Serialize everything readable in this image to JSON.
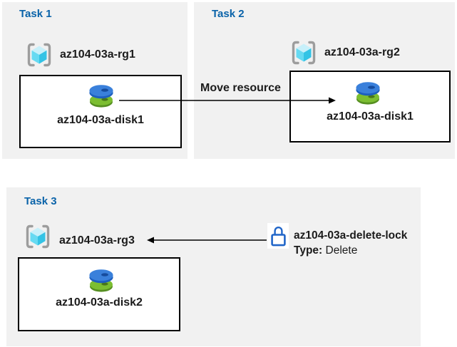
{
  "tasks": [
    {
      "title": "Task 1",
      "rg": "az104-03a-rg1",
      "disk": "az104-03a-disk1"
    },
    {
      "title": "Task 2",
      "rg": "az104-03a-rg2",
      "disk": "az104-03a-disk1"
    },
    {
      "title": "Task 3",
      "rg": "az104-03a-rg3",
      "disk": "az104-03a-disk2"
    }
  ],
  "arrows": {
    "move_label": "Move resource"
  },
  "lock": {
    "name": "az104-03a-delete-lock",
    "type_label": "Type:",
    "type_value": "Delete"
  },
  "icons": {
    "resource_group": "resource-group-icon",
    "disk": "managed-disk-icon",
    "lock": "lock-icon"
  },
  "colors": {
    "panel_bg": "#f1f1f1",
    "box_bg": "#ffffff",
    "box_border": "#000000",
    "heading_blue": "#0a63a9",
    "text": "#1b1b1b",
    "arrow": "#000000",
    "lock_blue": "#2065c8",
    "disk_blue": "#3a80db",
    "disk_blue_dark": "#1d5fbf",
    "disk_green": "#7cbe31",
    "disk_green_dark": "#568f21",
    "cube_top": "#c7f0fa",
    "cube_left": "#66daf2",
    "cube_right": "#33c3e5",
    "bracket_gray": "#9d9d9d"
  }
}
